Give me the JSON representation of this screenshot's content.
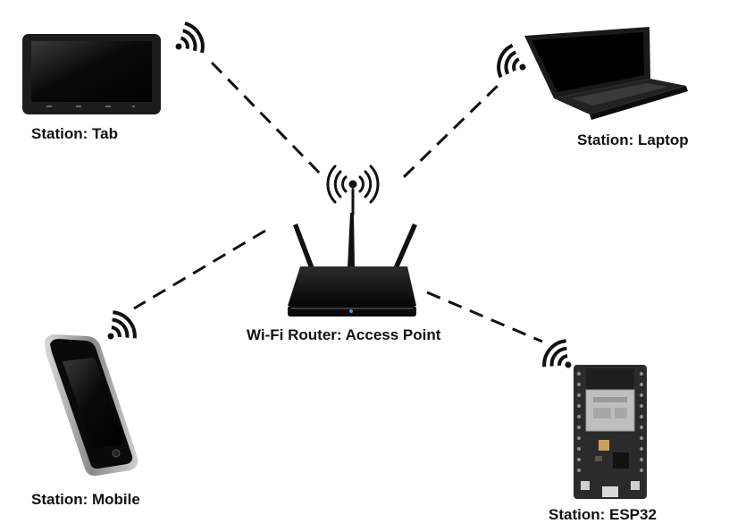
{
  "labels": {
    "router": "Wi-Fi Router: Access Point",
    "tab": "Station: Tab",
    "laptop": "Station: Laptop",
    "mobile": "Station: Mobile",
    "esp32": "Station: ESP32"
  },
  "icons": {
    "router": "wifi-router-icon",
    "tab": "tablet-icon",
    "laptop": "laptop-icon",
    "mobile": "smartphone-icon",
    "esp32": "esp32-board-icon",
    "signal": "wifi-signal-icon"
  },
  "colors": {
    "link": "#111111",
    "device": "#1a1a1a",
    "screen": "#0b0b0b",
    "board": "#2b2b2b",
    "label": "#111111"
  }
}
